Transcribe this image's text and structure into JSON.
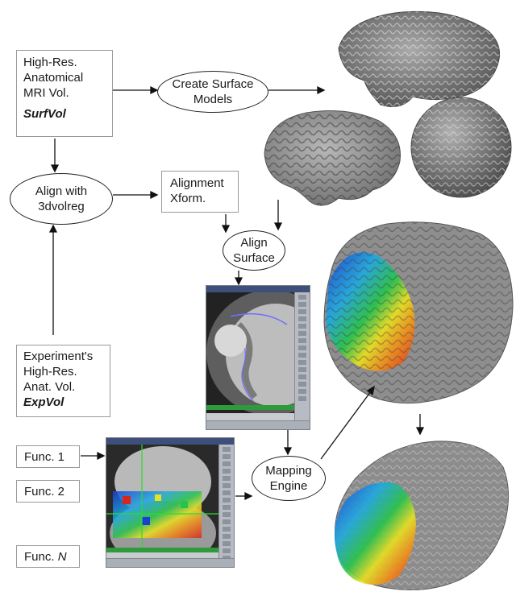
{
  "boxes": {
    "surfvol": {
      "lines": [
        "High-Res.",
        "Anatomical",
        "MRI Vol."
      ],
      "emph": "SurfVol"
    },
    "alignment_xform": {
      "lines": [
        "Alignment",
        "Xform."
      ]
    },
    "expvol": {
      "lines": [
        "Experiment's",
        "High-Res.",
        "Anat. Vol."
      ],
      "emph": "ExpVol"
    },
    "func1": {
      "label": "Func. 1"
    },
    "func2": {
      "label": "Func. 2"
    },
    "funcn": {
      "prefix": "Func. ",
      "emph": "N"
    }
  },
  "ellipses": {
    "create_surface": {
      "lines": [
        "Create Surface",
        "Models"
      ]
    },
    "align_3dvolreg": {
      "lines": [
        "Align with",
        "3dvolreg"
      ]
    },
    "align_surface": {
      "lines": [
        "Align",
        "Surface"
      ]
    },
    "mapping_engine": {
      "lines": [
        "Mapping",
        "Engine"
      ]
    }
  },
  "colors": {
    "brain_gray": "#8f8f8f",
    "brain_dark": "#5a5a5a",
    "activation": [
      "#1a3fd1",
      "#1fa8e0",
      "#27c34a",
      "#e8e020",
      "#f08a18",
      "#d8261c"
    ]
  },
  "images": [
    {
      "id": "inflated-brain-icon"
    },
    {
      "id": "pial-brain-icon"
    },
    {
      "id": "sphere-brain-icon"
    },
    {
      "id": "afni-slice-viewer-icon"
    },
    {
      "id": "afni-functional-overlay-icon"
    },
    {
      "id": "activation-brain-lateral-icon"
    },
    {
      "id": "activation-brain-inflated-icon"
    }
  ]
}
